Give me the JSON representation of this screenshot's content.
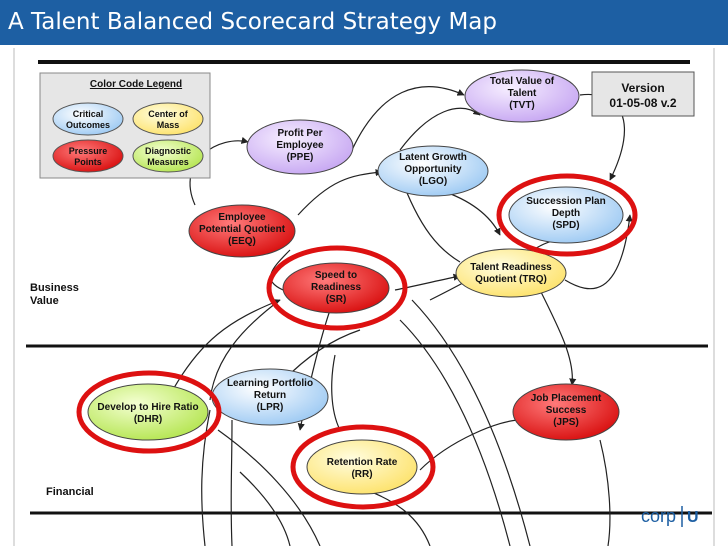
{
  "slide": {
    "title": "A Talent Balanced Scorecard Strategy Map"
  },
  "legend": {
    "title": "Color Code Legend",
    "items": [
      {
        "lines": [
          "Critical",
          "Outcomes"
        ],
        "color": "#bfe0fb"
      },
      {
        "lines": [
          "Center of",
          "Mass"
        ],
        "color": "#fdee7a"
      },
      {
        "lines": [
          "Pressure",
          "Points"
        ],
        "color": "#f03030"
      },
      {
        "lines": [
          "Diagnostic",
          "Measures"
        ],
        "color": "#dff5a0"
      }
    ]
  },
  "version": {
    "lines": [
      "Version",
      "01-05-08 v.2"
    ]
  },
  "sections": {
    "business_value": [
      "Business",
      "Value"
    ],
    "financial": "Financial"
  },
  "nodes": {
    "tvt": {
      "lines": [
        "Total Value of",
        "Talent",
        "(TVT)"
      ],
      "color": "#dcc6f7"
    },
    "ppe": {
      "lines": [
        "Profit Per",
        "Employee",
        "(PPE)"
      ],
      "color": "#dcc6f7"
    },
    "lgo": {
      "lines": [
        "Latent Growth",
        "Opportunity",
        "(LGO)"
      ],
      "color": "#bfe0fb"
    },
    "spd": {
      "lines": [
        "Succession Plan",
        "Depth",
        "(SPD)"
      ],
      "color": "#bfe0fb"
    },
    "eeq": {
      "lines": [
        "Employee",
        "Potential Quotient",
        "(EEQ)"
      ],
      "color": "#f03030"
    },
    "trq": {
      "lines": [
        "Talent Readiness",
        "Quotient (TRQ)"
      ],
      "color": "#fdee7a"
    },
    "sr": {
      "lines": [
        "Speed to",
        "Readiness",
        "(SR)"
      ],
      "color": "#f03030"
    },
    "lpr": {
      "lines": [
        "Learning Portfolio",
        "Return",
        "(LPR)"
      ],
      "color": "#bfe0fb"
    },
    "dhr": {
      "lines": [
        "Develop to Hire Ratio",
        "(DHR)"
      ],
      "color": "#c8ee6a"
    },
    "jps": {
      "lines": [
        "Job Placement",
        "Success",
        "(JPS)"
      ],
      "color": "#f03030"
    },
    "rr": {
      "lines": [
        "Retention Rate",
        "(RR)"
      ],
      "color": "#fdee7a"
    }
  },
  "logo": {
    "text": "corp",
    "mark": "U"
  },
  "colors": {
    "title_bar": "#1d5fa3",
    "highlight": "#dd1111",
    "logo": "#1d5fa3"
  }
}
